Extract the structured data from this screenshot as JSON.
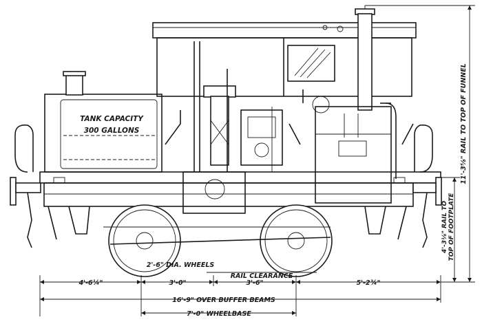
{
  "tank": {
    "line1": "TANK CAPACITY",
    "line2": "300 GALLONS"
  },
  "wheels_label": "2'-6\" DIA. WHEELS",
  "rail_clearance": "RAIL CLEARANCE",
  "dims": {
    "d1": "4'-6¼\"",
    "d2": "3'-0\"",
    "d3": "3'-6\"",
    "d4": "5'-2¾\"",
    "over_buffers": "16'-9\" OVER BUFFER BEAMS",
    "wheelbase": "7'-0\" WHEELBASE",
    "funnel": "11'-3⅝\" RAIL TO TOP OF FUNNEL",
    "footplate_a": "4'-3⅛\" RAIL TO",
    "footplate_b": "TOP OF FOOTPLATE"
  }
}
